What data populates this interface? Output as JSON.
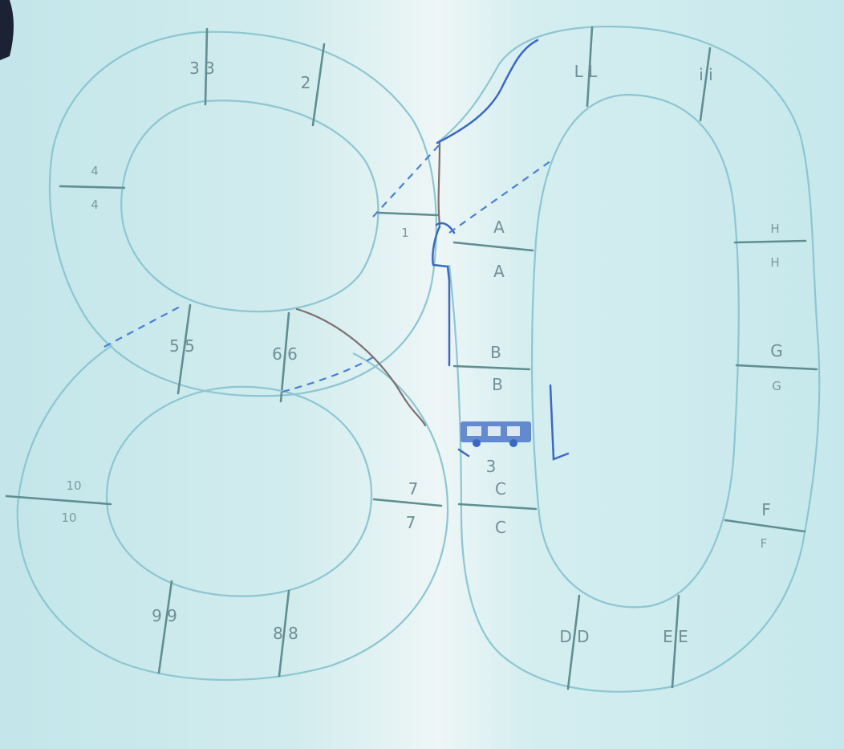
{
  "loop_upper_left": {
    "labels": {
      "s33": "3 3",
      "s2": "2",
      "s4a": "4",
      "s4b": "4",
      "s1": "1",
      "s55": "5 5",
      "s66": "6 6"
    }
  },
  "loop_lower_left": {
    "labels": {
      "s10a": "10",
      "s10b": "10",
      "s7a": "7",
      "s7b": "7",
      "s99": "9 9",
      "s88": "8 8"
    }
  },
  "loop_right": {
    "labels": {
      "sLL": "L L",
      "sii": "i i",
      "sHa": "H",
      "sHb": "H",
      "sGa": "G",
      "sGb": "G",
      "sFa": "F",
      "sFb": "F",
      "sEE": "E E",
      "sDD": "D D",
      "sAa": "A",
      "sAb": "A",
      "sBa": "B",
      "sBb": "B",
      "sCa": "C",
      "sCb": "C",
      "sC3": "3"
    }
  },
  "colors": {
    "paper": "#cfe9ec",
    "track": "#8cc6d2",
    "pen": "#3b67c7",
    "pencil": "#7f6f70"
  }
}
